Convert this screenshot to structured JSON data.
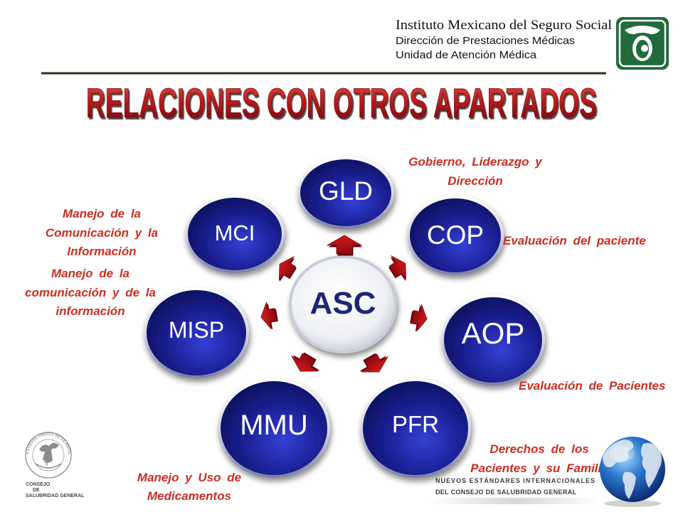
{
  "header": {
    "institution": "Instituto Mexicano del Seguro Social",
    "direction": "Dirección de Prestaciones Médicas",
    "unit": "Unidad de Atención Médica",
    "logo": "imss-logo-icon"
  },
  "title": "RELACIONES CON OTROS APARTADOS",
  "diagram": {
    "center": "ASC",
    "nodes": {
      "gld": "GLD",
      "cop": "COP",
      "mci": "MCI",
      "aop": "AOP",
      "misp": "MISP",
      "mmu": "MMU",
      "pfr": "PFR"
    },
    "arrow_icon": "block-arrow-icon"
  },
  "descriptions": {
    "gld": [
      "Gobierno, Liderazgo y",
      "Dirección"
    ],
    "cop": [
      "Evaluación del paciente"
    ],
    "mci": [
      "Manejo de la",
      "Comunicación y la",
      "Información"
    ],
    "misp": [
      "Manejo de la",
      "comunicación y de la",
      "información"
    ],
    "aop": [
      "Evaluación de Pacientes"
    ],
    "pfr": [
      "Derechos de los",
      "Pacientes y su Familia"
    ],
    "mmu": [
      "Manejo y Uso de",
      "Medicamentos"
    ]
  },
  "footer": {
    "csg_logo": {
      "seal_ring": "ESTADOS UNIDOS MEXICANOS",
      "lines": [
        "CONSEJO",
        "DE",
        "SALUBRIDAD GENERAL"
      ]
    },
    "banner": [
      "NUEVOS ESTÁNDARES INTERNACIONALES",
      "DEL CONSEJO DE SALUBRIDAD GENERAL"
    ],
    "globe_icon": "globe-icon"
  },
  "colors": {
    "title_red": "#b5161b",
    "label_red": "#cc2e22",
    "node_blue": "#1c2196",
    "arrow_red": "#d01a1e",
    "imss_green": "#1f6b3a",
    "center_text": "#1f2573"
  }
}
